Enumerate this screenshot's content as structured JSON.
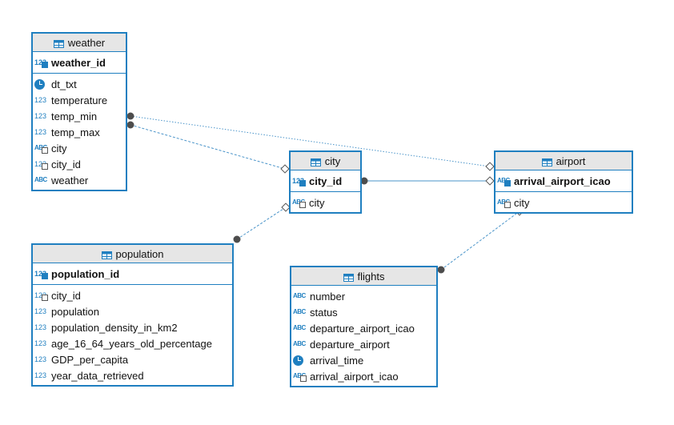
{
  "entities": {
    "weather": {
      "title": "weather",
      "pk": {
        "label": "weather_id",
        "type": "123"
      },
      "columns": [
        {
          "label": "dt_txt",
          "type": "clock"
        },
        {
          "label": "temperature",
          "type": "123"
        },
        {
          "label": "temp_min",
          "type": "123"
        },
        {
          "label": "temp_max",
          "type": "123"
        },
        {
          "label": "city",
          "type": "ABC"
        },
        {
          "label": "city_id",
          "type": "123"
        },
        {
          "label": "weather",
          "type": "ABC"
        }
      ]
    },
    "city": {
      "title": "city",
      "pk": {
        "label": "city_id",
        "type": "123"
      },
      "columns": [
        {
          "label": "city",
          "type": "ABC"
        }
      ]
    },
    "airport": {
      "title": "airport",
      "pk": {
        "label": "arrival_airport_icao",
        "type": "ABC"
      },
      "columns": [
        {
          "label": "city",
          "type": "ABC"
        }
      ]
    },
    "population": {
      "title": "population",
      "pk": {
        "label": "population_id",
        "type": "123"
      },
      "columns": [
        {
          "label": "city_id",
          "type": "123"
        },
        {
          "label": "population",
          "type": "123"
        },
        {
          "label": "population_density_in_km2",
          "type": "123"
        },
        {
          "label": "age_16_64_years_old_percentage",
          "type": "123"
        },
        {
          "label": "GDP_per_capita",
          "type": "123"
        },
        {
          "label": "year_data_retrieved",
          "type": "123"
        }
      ]
    },
    "flights": {
      "title": "flights",
      "columns": [
        {
          "label": "number",
          "type": "ABC"
        },
        {
          "label": "status",
          "type": "ABC"
        },
        {
          "label": "departure_airport_icao",
          "type": "ABC"
        },
        {
          "label": "departure_airport",
          "type": "ABC"
        },
        {
          "label": "arrival_time",
          "type": "clock"
        },
        {
          "label": "arrival_airport_icao",
          "type": "ABC"
        }
      ]
    }
  },
  "relationships": [
    {
      "from": "weather.temp_min",
      "to": "airport",
      "style": "dotted"
    },
    {
      "from": "weather.temp_max",
      "to": "city",
      "style": "dashed"
    },
    {
      "from": "city.city_id",
      "to": "airport",
      "style": "solid"
    },
    {
      "from": "population",
      "to": "city",
      "style": "dashed"
    },
    {
      "from": "flights",
      "to": "airport",
      "style": "dashed"
    }
  ],
  "colors": {
    "border": "#1f7fc0",
    "header": "#e6e6e6",
    "line": "#4a94c9",
    "dot": "#4d4d4d"
  }
}
